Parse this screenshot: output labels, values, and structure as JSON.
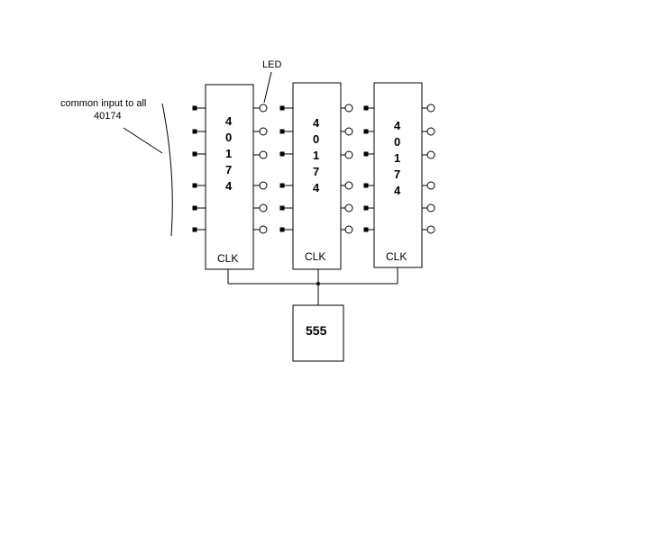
{
  "annotations": {
    "led_label": "LED",
    "common_input_line1": "common input to all",
    "common_input_line2": "40174"
  },
  "chips": [
    {
      "part_digits": [
        "4",
        "0",
        "1",
        "7",
        "4"
      ],
      "clock_label": "CLK"
    },
    {
      "part_digits": [
        "4",
        "0",
        "1",
        "7",
        "4"
      ],
      "clock_label": "CLK"
    },
    {
      "part_digits": [
        "4",
        "0",
        "1",
        "7",
        "4"
      ],
      "clock_label": "CLK"
    }
  ],
  "timer": {
    "label": "555"
  },
  "colors": {
    "stroke": "#000000",
    "background": "#ffffff"
  }
}
